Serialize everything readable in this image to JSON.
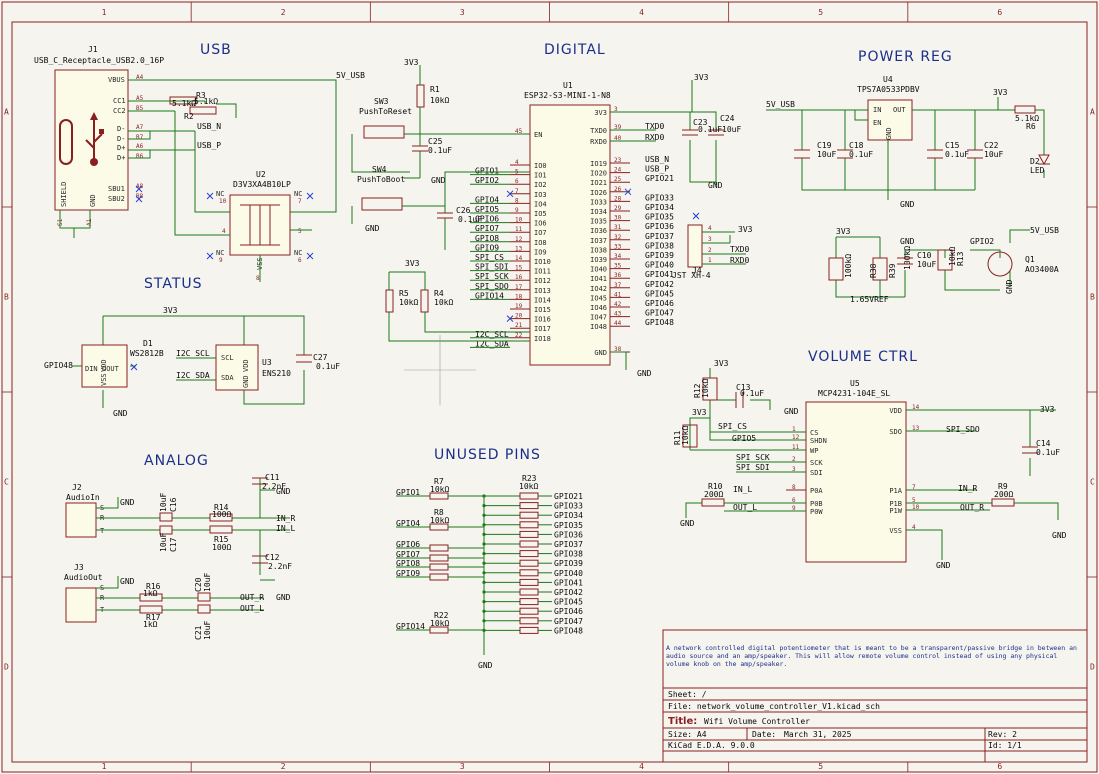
{
  "sections": {
    "usb": "USB",
    "digital": "DIGITAL",
    "power_reg": "POWER REG",
    "status": "STATUS",
    "analog": "ANALOG",
    "unused_pins": "UNUSED PINS",
    "volume_ctrl": "VOLUME CTRL"
  },
  "grid": {
    "cols": [
      "1",
      "2",
      "3",
      "4",
      "5",
      "6"
    ],
    "rows": [
      "A",
      "B",
      "C",
      "D"
    ]
  },
  "j1": {
    "ref": "J1",
    "value": "USB_C_Receptacle_USB2.0_16P",
    "pins": [
      "VBUS",
      "CC1",
      "CC2",
      "D-",
      "D-",
      "D+",
      "D+",
      "SBU1",
      "SBU2",
      "SHIELD",
      "GND"
    ],
    "pin_nums": [
      "A4",
      "A5",
      "B5",
      "A7",
      "B7",
      "A6",
      "B6",
      "A8",
      "B8",
      "S1",
      "A1"
    ],
    "net_vbus": "5V_USB",
    "net_dn": "USB_N",
    "net_dp": "USB_P"
  },
  "r2": {
    "ref": "R2",
    "value": "5.1kΩ"
  },
  "r3": {
    "ref": "R3",
    "value": "5.1kΩ"
  },
  "u2": {
    "ref": "U2",
    "value": "D3V3XA4B10LP",
    "pins_l": [
      "NC",
      "NC"
    ],
    "pins_r": [
      "NC",
      "NC"
    ],
    "num_l": [
      "10",
      "9"
    ],
    "num_r": [
      "7",
      "6"
    ],
    "extra": [
      "4",
      "5",
      "VSS",
      "8"
    ]
  },
  "u1": {
    "ref": "U1",
    "value": "ESP32-S3-MINI-1-N8",
    "left_pins": [
      "EN",
      "IO0",
      "IO1",
      "IO2",
      "IO3",
      "IO4",
      "IO5",
      "IO6",
      "IO7",
      "IO8",
      "IO9",
      "IO10",
      "IO11",
      "IO12",
      "IO13",
      "IO14",
      "IO15",
      "IO16",
      "IO17",
      "IO18"
    ],
    "left_nums": [
      "45",
      "4",
      "5",
      "6",
      "7",
      "8",
      "9",
      "10",
      "11",
      "12",
      "13",
      "14",
      "15",
      "16",
      "17",
      "18",
      "19",
      "20",
      "21",
      "22"
    ],
    "left_nets": [
      "GPIO1",
      "GPIO2",
      "GPIO4",
      "GPIO5",
      "GPIO6",
      "GPIO7",
      "GPIO8",
      "GPIO9",
      "SPI_CS",
      "SPI_SDI",
      "SPI_SCK",
      "SPI_SDO",
      "GPIO14",
      "I2C_SCL",
      "I2C_SDA"
    ],
    "right_pins": [
      "3V3",
      "TXD0",
      "RXD0",
      "IO19",
      "IO20",
      "IO21",
      "IO26",
      "IO33",
      "IO34",
      "IO35",
      "IO36",
      "IO37",
      "IO38",
      "IO39",
      "IO40",
      "IO41",
      "IO42",
      "IO45",
      "IO46",
      "IO47",
      "IO48",
      "GND"
    ],
    "right_nums": [
      "3",
      "39",
      "40",
      "23",
      "24",
      "25",
      "26",
      "28",
      "29",
      "30",
      "31",
      "32",
      "33",
      "34",
      "35",
      "36",
      "37",
      "41",
      "42",
      "43",
      "44",
      "38"
    ],
    "right_nets": [
      "TXD0",
      "RXD0",
      "USB_N",
      "USB_P",
      "GPIO21",
      "GPIO33",
      "GPIO34",
      "GPIO35",
      "GPIO36",
      "GPIO37",
      "GPIO38",
      "GPIO39",
      "GPIO40",
      "GPIO41",
      "GPIO42",
      "GPIO45",
      "GPIO46",
      "GPIO47",
      "GPIO48"
    ]
  },
  "sw3": {
    "ref": "SW3",
    "value": "PushToReset"
  },
  "sw4": {
    "ref": "SW4",
    "value": "PushToBoot"
  },
  "r1": {
    "ref": "R1",
    "value": "10kΩ"
  },
  "c25": {
    "ref": "C25",
    "value": "0.1uF"
  },
  "c26": {
    "ref": "C26",
    "value": "0.1uF"
  },
  "c23": {
    "ref": "C23",
    "value": "0.1uF"
  },
  "c24": {
    "ref": "C24",
    "value": "10uF"
  },
  "r4": {
    "ref": "R4",
    "value": "10kΩ"
  },
  "r5": {
    "ref": "R5",
    "value": "10kΩ"
  },
  "u4": {
    "ref": "U4",
    "value": "TPS7A0533PDBV",
    "pins": [
      "IN",
      "OUT",
      "EN",
      "GND"
    ]
  },
  "c19": {
    "ref": "C19",
    "value": "10uF"
  },
  "c18": {
    "ref": "C18",
    "value": "0.1uF"
  },
  "c15": {
    "ref": "C15",
    "value": "0.1uF"
  },
  "c22": {
    "ref": "C22",
    "value": "10uF"
  },
  "r6": {
    "ref": "R6",
    "value": "5.1kΩ"
  },
  "d2": {
    "ref": "D2",
    "value": "LED"
  },
  "j4": {
    "ref": "J4",
    "value": "JST XH-4",
    "nets": [
      "3V3",
      "TXD0",
      "RXD0"
    ],
    "pin_nums": [
      "4",
      "3",
      "2",
      "1"
    ]
  },
  "r38": {
    "ref": "R38",
    "value": "100kΩ"
  },
  "r39": {
    "ref": "R39",
    "value": "100kΩ"
  },
  "c10": {
    "ref": "C10",
    "value": "10uF"
  },
  "r13": {
    "ref": "R13",
    "value": "10kΩ"
  },
  "q1": {
    "ref": "Q1",
    "value": "AO3400A",
    "net_gate": "GPIO2",
    "net_vref": "1.65VREF",
    "net_usb": "5V_USB"
  },
  "d1": {
    "ref": "D1",
    "value": "WS2812B",
    "pins": [
      "VDD",
      "DIN",
      "DOUT",
      "VSS"
    ],
    "net": "GPIO48"
  },
  "u3": {
    "ref": "U3",
    "value": "ENS210",
    "pins": [
      "SCL",
      "SDA",
      "VDD",
      "GND"
    ],
    "nets": [
      "I2C_SCL",
      "I2C_SDA"
    ]
  },
  "c27": {
    "ref": "C27",
    "value": "0.1uF"
  },
  "u5": {
    "ref": "U5",
    "value": "MCP4231-104E_SL",
    "left_pins": [
      "CS",
      "SHDN",
      "WP",
      "SCK",
      "SDI",
      "P0A",
      "P0B",
      "P0W"
    ],
    "left_nums": [
      "1",
      "12",
      "11",
      "2",
      "3",
      "8",
      "6",
      "9"
    ],
    "right_pins": [
      "VDD",
      "SDO",
      "P1A",
      "P1B",
      "P1W",
      "VSS"
    ],
    "right_nums": [
      "14",
      "13",
      "7",
      "5",
      "10",
      "4"
    ],
    "nets_l": [
      "SPI_CS",
      "GPIO5",
      "SPI_SCK",
      "SPI_SDI",
      "IN_L",
      "OUT_L"
    ],
    "nets_r": [
      "SPI_SDO",
      "IN_R",
      "OUT_R"
    ]
  },
  "r12": {
    "ref": "R12",
    "value": "10kΩ"
  },
  "r11": {
    "ref": "R11",
    "value": "10kΩ"
  },
  "c13": {
    "ref": "C13",
    "value": "0.1uF"
  },
  "r10": {
    "ref": "R10",
    "value": "200Ω"
  },
  "r9": {
    "ref": "R9",
    "value": "200Ω"
  },
  "c14": {
    "ref": "C14",
    "value": "0.1uF"
  },
  "j2": {
    "ref": "J2",
    "value": "AudioIn",
    "pins": [
      "S",
      "R",
      "T"
    ]
  },
  "j3": {
    "ref": "J3",
    "value": "AudioOut",
    "pins": [
      "S",
      "R",
      "T"
    ]
  },
  "c16": {
    "ref": "C16",
    "value": "10uF"
  },
  "c17": {
    "ref": "C17",
    "value": "10uF"
  },
  "r14": {
    "ref": "R14",
    "value": "100Ω"
  },
  "r15": {
    "ref": "R15",
    "value": "100Ω"
  },
  "c11": {
    "ref": "C11",
    "value": "2.2nF"
  },
  "c12": {
    "ref": "C12",
    "value": "2.2nF"
  },
  "r16": {
    "ref": "R16",
    "value": "1kΩ"
  },
  "r17": {
    "ref": "R17",
    "value": "1kΩ"
  },
  "c20": {
    "ref": "C20",
    "value": "10uF"
  },
  "c21": {
    "ref": "C21",
    "value": "10uF"
  },
  "analog_nets": [
    "IN_R",
    "IN_L",
    "OUT_R",
    "OUT_L"
  ],
  "unused": {
    "left": [
      {
        "ref": "R7",
        "value": "10kΩ",
        "net": "GPIO1"
      },
      {
        "ref": "R8",
        "value": "10kΩ",
        "net": "GPIO4"
      },
      {
        "ref": "",
        "value": "",
        "net": "GPIO6"
      },
      {
        "ref": "",
        "value": "",
        "net": "GPIO7"
      },
      {
        "ref": "",
        "value": "",
        "net": "GPIO8"
      },
      {
        "ref": "",
        "value": "",
        "net": "GPIO9"
      },
      {
        "ref": "R22",
        "value": "10kΩ",
        "net": "GPIO14"
      }
    ],
    "right_ref": "R23",
    "right_value": "10kΩ",
    "right": [
      "GPIO21",
      "GPIO33",
      "GPIO34",
      "GPIO35",
      "GPIO36",
      "GPIO37",
      "GPIO38",
      "GPIO39",
      "GPIO40",
      "GPIO41",
      "GPIO42",
      "GPIO45",
      "GPIO46",
      "GPIO47",
      "GPIO48"
    ]
  },
  "power": {
    "v33": "3V3",
    "gnd": "GND",
    "usb": "5V_USB"
  },
  "description": "A network controlled digital potentiometer that is meant to be a transparent/passive bridge in between an audio source and an amp/speaker. This will allow remote volume control instead of using any physical volume knob on the amp/speaker.",
  "title_block": {
    "sheet_label": "Sheet: /",
    "file_label": "File: network_volume_controller_V1.kicad_sch",
    "title_label": "Title:",
    "title": "Wifi Volume Controller",
    "size_label": "Size: A4",
    "date_label": "Date:",
    "date": "March 31, 2025",
    "rev_label": "Rev: 2",
    "kicad": "KiCad E.D.A. 9.0.0",
    "id": "Id: 1/1"
  }
}
